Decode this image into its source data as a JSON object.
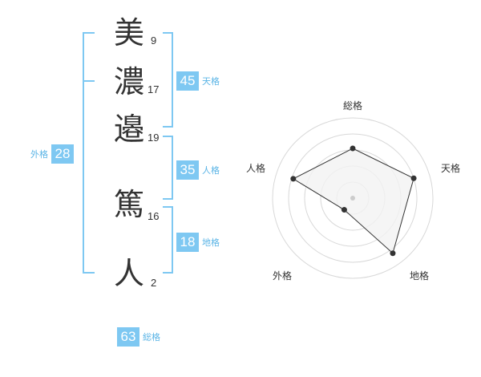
{
  "name": {
    "chars": [
      {
        "char": "美",
        "strokes": "9"
      },
      {
        "char": "濃",
        "strokes": "17"
      },
      {
        "char": "邉",
        "strokes": "19"
      },
      {
        "char": "篤",
        "strokes": "16"
      },
      {
        "char": "人",
        "strokes": "2"
      }
    ]
  },
  "scores": {
    "tenkaku": {
      "value": "45",
      "label": "天格"
    },
    "jinkaku": {
      "value": "35",
      "label": "人格"
    },
    "chikaku": {
      "value": "18",
      "label": "地格"
    },
    "gaikaku": {
      "value": "28",
      "label": "外格"
    },
    "soukaku": {
      "value": "63",
      "label": "総格"
    }
  },
  "chart_data": {
    "type": "radar",
    "axes": [
      "総格",
      "天格",
      "地格",
      "外格",
      "人格"
    ],
    "values": [
      0.62,
      0.8,
      0.85,
      0.18,
      0.78
    ],
    "range": [
      0,
      1
    ],
    "rings": 5
  },
  "colors": {
    "accent": "#7ec8f2",
    "bracket": "#7ec8f2",
    "radar_fill": "#f2f2f2",
    "radar_stroke": "#333333"
  }
}
